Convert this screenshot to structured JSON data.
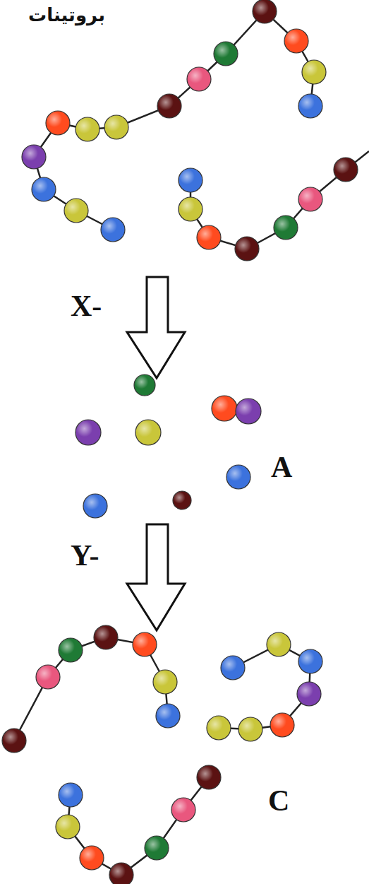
{
  "diagram": {
    "labels": [
      "بروتينات",
      "X-",
      "A",
      "Y-",
      "C"
    ]
  }
}
